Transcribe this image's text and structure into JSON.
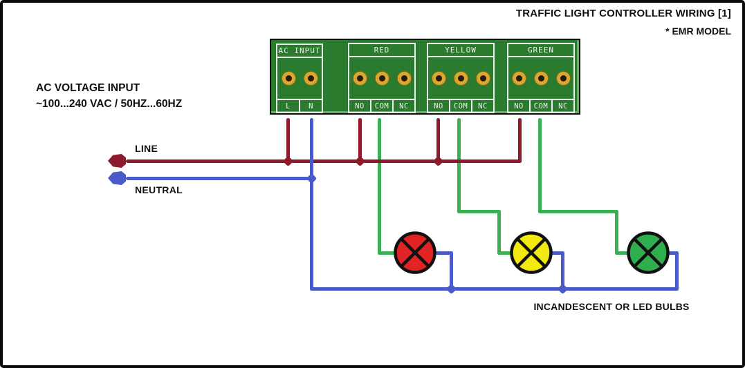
{
  "header": {
    "title": "TRAFFIC LIGHT CONTROLLER WIRING [1]",
    "model_note": "* EMR MODEL"
  },
  "input_note": {
    "line1": "AC VOLTAGE INPUT",
    "line2": "~100...240 VAC / 50HZ...60HZ"
  },
  "terminal_block": {
    "sections": [
      {
        "label": "AC INPUT",
        "terminals": [
          "L",
          "N"
        ]
      },
      {
        "label": "RED",
        "terminals": [
          "NO",
          "COM",
          "NC"
        ]
      },
      {
        "label": "YELLOW",
        "terminals": [
          "NO",
          "COM",
          "NC"
        ]
      },
      {
        "label": "GREEN",
        "terminals": [
          "NO",
          "COM",
          "NC"
        ]
      }
    ]
  },
  "wires": {
    "line_label": "LINE",
    "neutral_label": "NEUTRAL"
  },
  "bulbs": {
    "caption": "INCANDESCENT OR LED BULBS",
    "items": [
      {
        "name": "red-bulb"
      },
      {
        "name": "yellow-bulb"
      },
      {
        "name": "green-bulb"
      }
    ]
  },
  "colors": {
    "line": "#8e1a2b",
    "neutral": "#4a5ac8",
    "switched": "#3aaf54",
    "pcb": "#2b7b2e",
    "pcb_text": "#eaf2ea",
    "terminal_gold": "#d9a733",
    "bulb_red": "#e02424",
    "bulb_yellow": "#f2e911",
    "bulb_green": "#2fae50"
  }
}
